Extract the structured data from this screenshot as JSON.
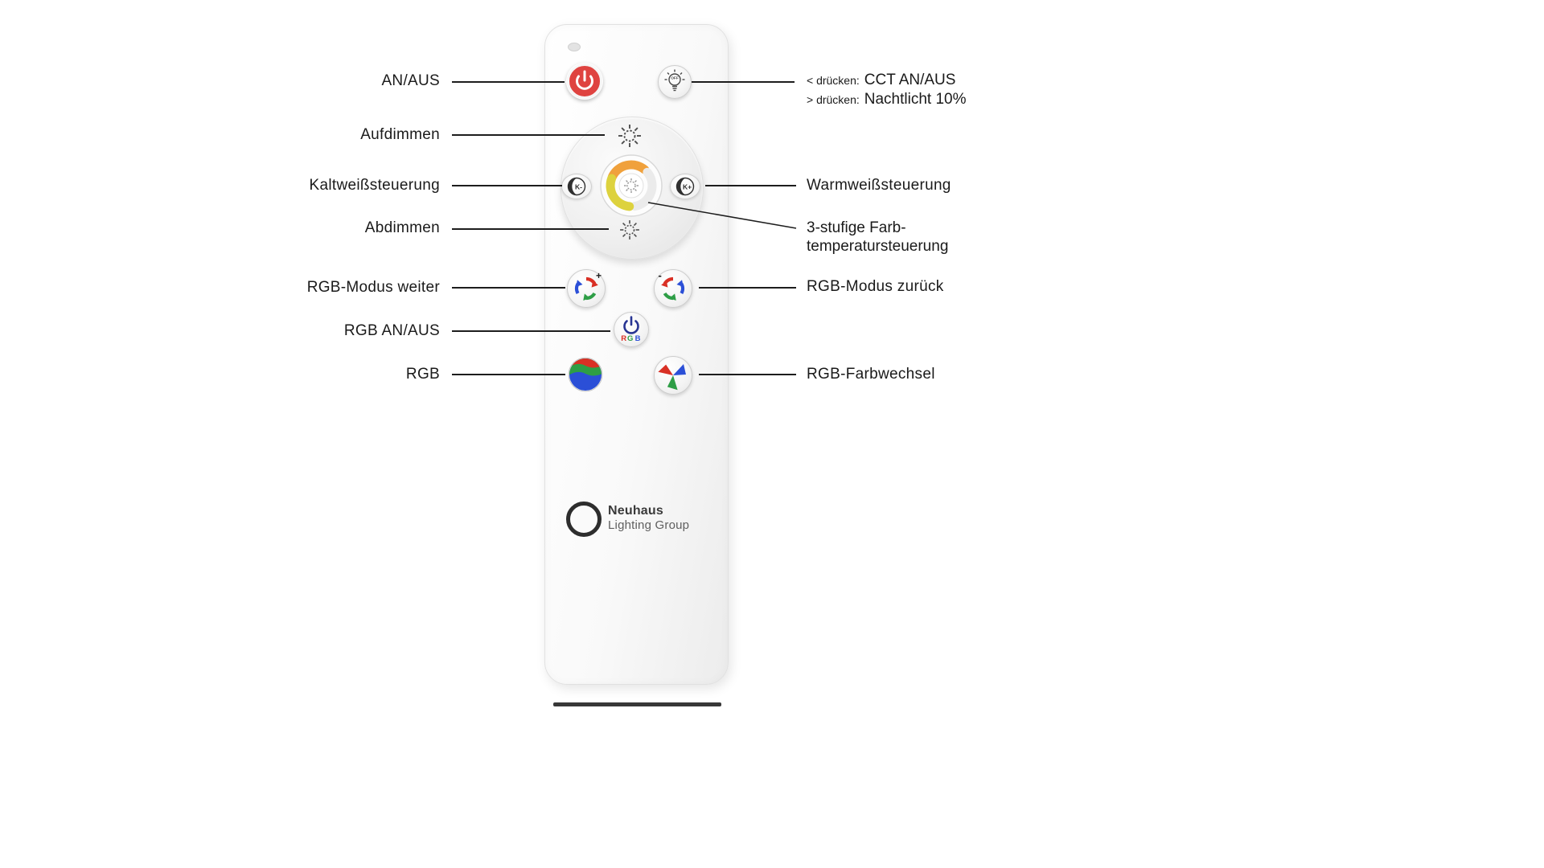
{
  "callouts_left": {
    "an_aus": "AN/AUS",
    "aufdimmen": "Aufdimmen",
    "kaltweiss": "Kaltweißsteuerung",
    "abdimmen": "Abdimmen",
    "rgb_modus_weiter": "RGB-Modus weiter",
    "rgb_an_aus": "RGB AN/AUS",
    "rgb": "RGB"
  },
  "callouts_right": {
    "cct_prefix": "< drücken:",
    "cct_label": "CCT AN/AUS",
    "nachtlicht_prefix": "> drücken:",
    "nachtlicht_label": "Nachtlicht 10%",
    "warmweiss": "Warmweißsteuerung",
    "farbtemp_line1": "3-stufige Farb-",
    "farbtemp_line2": "temperatursteuerung",
    "rgb_modus_zurueck": "RGB-Modus zurück",
    "rgb_farbwechsel": "RGB-Farbwechsel"
  },
  "remote": {
    "bulb_off_label": "OFF",
    "k_minus_label": "K-",
    "k_plus_label": "K+",
    "rgb_plus": "+",
    "rgb_minus": "-",
    "rgb_letter_r": "R",
    "rgb_letter_g": "G",
    "rgb_letter_b": "B",
    "brand_name": "Neuhaus",
    "brand_subtitle": "Lighting Group"
  },
  "colors": {
    "power_red": "#df4340",
    "rgb_red": "#d93025",
    "rgb_green": "#2e9e46",
    "rgb_blue": "#2b4fd7",
    "dial_orange": "#f0a13c",
    "dial_yellow": "#ddd23e",
    "line_black": "#1d1d1d"
  }
}
